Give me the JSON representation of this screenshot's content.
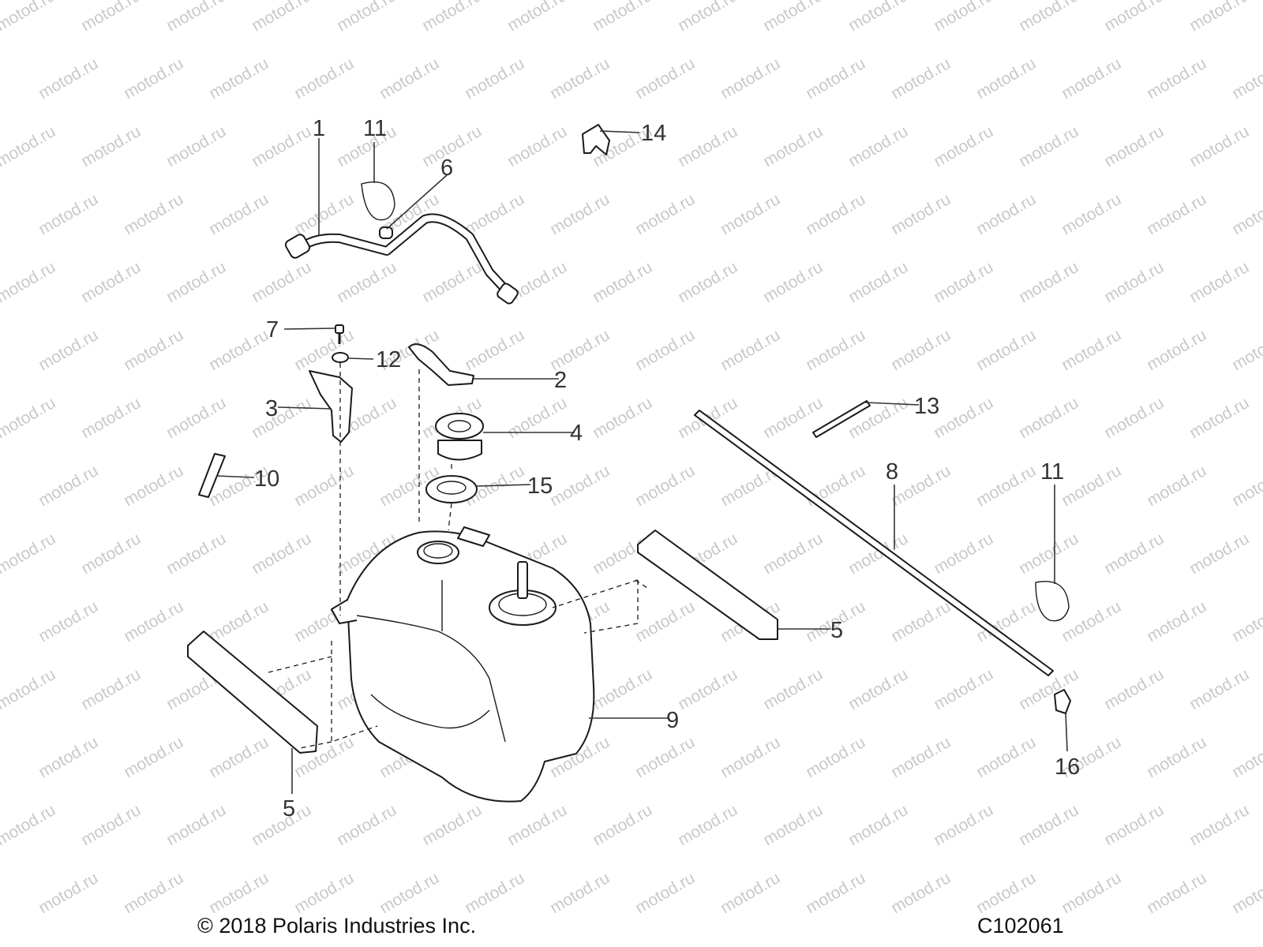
{
  "watermark": "motod.ru",
  "callouts": [
    {
      "id": "c1",
      "label": "1"
    },
    {
      "id": "c11a",
      "label": "11"
    },
    {
      "id": "c6",
      "label": "6"
    },
    {
      "id": "c14",
      "label": "14"
    },
    {
      "id": "c7",
      "label": "7"
    },
    {
      "id": "c12",
      "label": "12"
    },
    {
      "id": "c2",
      "label": "2"
    },
    {
      "id": "c3",
      "label": "3"
    },
    {
      "id": "c13",
      "label": "13"
    },
    {
      "id": "c4",
      "label": "4"
    },
    {
      "id": "c10",
      "label": "10"
    },
    {
      "id": "c15",
      "label": "15"
    },
    {
      "id": "c8",
      "label": "8"
    },
    {
      "id": "c11b",
      "label": "11"
    },
    {
      "id": "c5a",
      "label": "5"
    },
    {
      "id": "c9",
      "label": "9"
    },
    {
      "id": "c16",
      "label": "16"
    },
    {
      "id": "c5b",
      "label": "5"
    }
  ],
  "footer": {
    "copyright": "© 2018 Polaris Industries Inc.",
    "diagram_id": "C102061"
  }
}
